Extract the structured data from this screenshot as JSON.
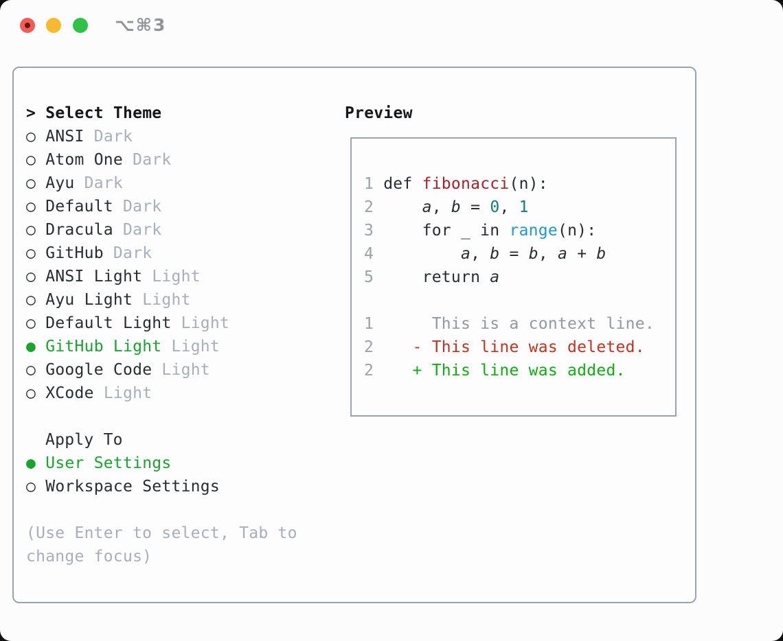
{
  "window": {
    "shortcut_label": "⌥⌘3",
    "traffic_lights": [
      {
        "name": "close-button"
      },
      {
        "name": "minimize-button"
      },
      {
        "name": "zoom-button"
      }
    ]
  },
  "theme_panel": {
    "title_marker": ">",
    "title": "Select Theme",
    "markers": {
      "unselected": "○",
      "selected": "●"
    },
    "themes": [
      {
        "name": "ANSI",
        "variant": "Dark",
        "selected": false
      },
      {
        "name": "Atom One",
        "variant": "Dark",
        "selected": false
      },
      {
        "name": "Ayu",
        "variant": "Dark",
        "selected": false
      },
      {
        "name": "Default",
        "variant": "Dark",
        "selected": false
      },
      {
        "name": "Dracula",
        "variant": "Dark",
        "selected": false
      },
      {
        "name": "GitHub",
        "variant": "Dark",
        "selected": false
      },
      {
        "name": "ANSI Light",
        "variant": "Light",
        "selected": false
      },
      {
        "name": "Ayu Light",
        "variant": "Light",
        "selected": false
      },
      {
        "name": "Default Light",
        "variant": "Light",
        "selected": false
      },
      {
        "name": "GitHub Light",
        "variant": "Light",
        "selected": true
      },
      {
        "name": "Google Code",
        "variant": "Light",
        "selected": false
      },
      {
        "name": "XCode",
        "variant": "Light",
        "selected": false
      }
    ],
    "apply_to": {
      "title": "Apply To",
      "options": [
        {
          "name": "User Settings",
          "selected": true
        },
        {
          "name": "Workspace Settings",
          "selected": false
        }
      ]
    },
    "hint_lines": [
      "(Use Enter to select, Tab to",
      "change focus)"
    ]
  },
  "preview": {
    "title": "Preview",
    "lines": [
      {
        "num": "1",
        "segments": [
          {
            "t": " def ",
            "s": "plain"
          },
          {
            "t": "fibonacci",
            "s": "func"
          },
          {
            "t": "(n):",
            "s": "plain"
          }
        ]
      },
      {
        "num": "2",
        "segments": [
          {
            "t": "     ",
            "s": "plain"
          },
          {
            "t": "a",
            "s": "var"
          },
          {
            "t": ", ",
            "s": "plain"
          },
          {
            "t": "b",
            "s": "var"
          },
          {
            "t": " = ",
            "s": "plain"
          },
          {
            "t": "0",
            "s": "lit"
          },
          {
            "t": ", ",
            "s": "plain"
          },
          {
            "t": "1",
            "s": "lit"
          }
        ]
      },
      {
        "num": "3",
        "segments": [
          {
            "t": "     for _ in ",
            "s": "plain"
          },
          {
            "t": "range",
            "s": "call"
          },
          {
            "t": "(n):",
            "s": "plain"
          }
        ]
      },
      {
        "num": "4",
        "segments": [
          {
            "t": "         ",
            "s": "plain"
          },
          {
            "t": "a",
            "s": "var"
          },
          {
            "t": ", ",
            "s": "plain"
          },
          {
            "t": "b",
            "s": "var"
          },
          {
            "t": " = ",
            "s": "plain"
          },
          {
            "t": "b",
            "s": "var"
          },
          {
            "t": ", ",
            "s": "plain"
          },
          {
            "t": "a",
            "s": "var"
          },
          {
            "t": " + ",
            "s": "plain"
          },
          {
            "t": "b",
            "s": "var"
          }
        ]
      },
      {
        "num": "5",
        "segments": [
          {
            "t": "     return ",
            "s": "plain"
          },
          {
            "t": "a",
            "s": "var"
          }
        ]
      },
      {
        "num": "",
        "segments": []
      },
      {
        "num": "1",
        "segments": [
          {
            "t": "      This is a context line.",
            "s": "ctx"
          }
        ]
      },
      {
        "num": "2",
        "segments": [
          {
            "t": "    ",
            "s": "plain"
          },
          {
            "t": "- This line was deleted.",
            "s": "del"
          }
        ]
      },
      {
        "num": "2",
        "segments": [
          {
            "t": "    ",
            "s": "plain"
          },
          {
            "t": "+ This line was added.",
            "s": "add"
          }
        ]
      }
    ]
  },
  "colors": {
    "select_green": "#17a52c",
    "added_green": "#0cb00c",
    "deleted_red": "#c5311b",
    "func_red": "#b01d24",
    "literal_teal": "#0d7e81",
    "call_blue": "#1e97d5",
    "text_dark": "#272d35",
    "text_black": "#14181d",
    "muted_gray": "#a6afbb",
    "line_number_gray": "#98a2ae",
    "context_gray": "#8f99a4",
    "border_gray": "#9aa3b0",
    "titlebar_gray": "#8f939a",
    "traffic_red": "#f25c54",
    "traffic_red_dot": "#6e1410",
    "traffic_yellow": "#f7ba2d",
    "traffic_green": "#30c242"
  }
}
